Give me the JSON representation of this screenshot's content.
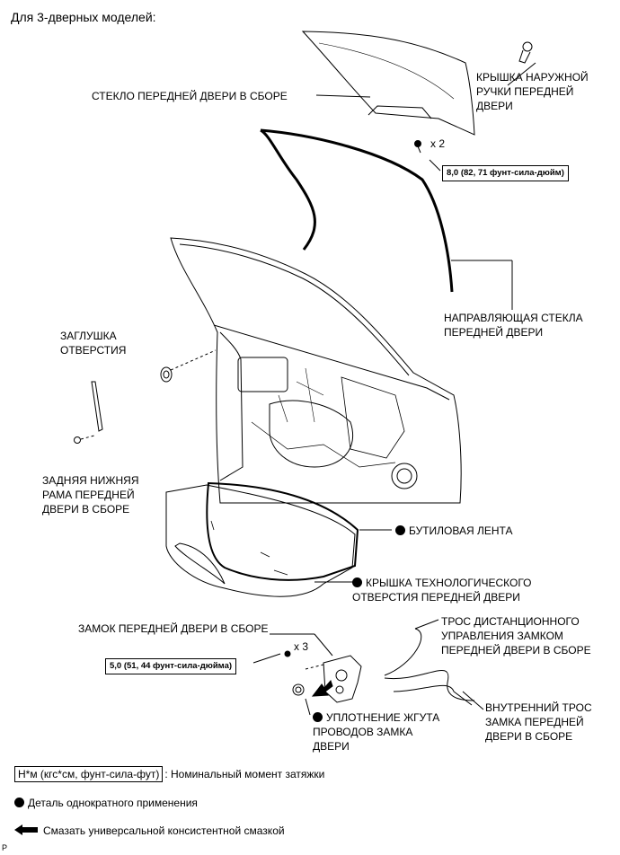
{
  "heading": "Для 3-дверных моделей:",
  "labels": {
    "glass": "СТЕКЛО ПЕРЕДНЕЙ ДВЕРИ В СБОРЕ",
    "handle_cover": "КРЫШКА НАРУЖНОЙ\nРУЧКИ ПЕРЕДНЕЙ\nДВЕРИ",
    "qty_bolts_glass": "x 2",
    "run_channel": "НАПРАВЛЯЮЩАЯ СТЕКЛА\nПЕРЕДНЕЙ ДВЕРИ",
    "hole_plug": "ЗАГЛУШКА\nОТВЕРСТИЯ",
    "rear_frame": "ЗАДНЯЯ НИЖНЯЯ\nРАМА ПЕРЕДНЕЙ\nДВЕРИ В СБОРЕ",
    "butyl_tape": "БУТИЛОВАЯ ЛЕНТА",
    "service_hole_cover": "КРЫШКА ТЕХНОЛОГИЧЕСКОГО\nОТВЕРСТИЯ ПЕРЕДНЕЙ ДВЕРИ",
    "lock": "ЗАМОК ПЕРЕДНЕЙ ДВЕРИ В СБОРЕ",
    "qty_screws_lock": "x 3",
    "remote_cable": "ТРОС ДИСТАНЦИОННОГО\nУПРАВЛЕНИЯ ЗАМКОМ\nПЕРЕДНЕЙ ДВЕРИ В СБОРЕ",
    "inside_cable": "ВНУТРЕННИЙ ТРОС\nЗАМКА ПЕРЕДНЕЙ\nДВЕРИ В СБОРЕ",
    "harness_seal": "УПЛОТНЕНИЕ ЖГУТА\nПРОВОДОВ ЗАМКА\nДВЕРИ"
  },
  "torques": {
    "glass_bolt": "8,0 (82, 71 фунт-сила-дюйм)",
    "lock_screw": "5,0 (51, 44 фунт-сила-дюйма)"
  },
  "legend": {
    "torque_box": "Н*м (кгс*см, фунт-сила-фут)",
    "torque_desc": ": Номинальный момент затяжки",
    "non_reusable": "Деталь однократного применения",
    "grease": "Смазать универсальной консистентной смазкой"
  },
  "corner_mark": "P",
  "icons": {
    "non_reusable": "filled-circle-icon",
    "grease": "left-arrow-icon"
  }
}
